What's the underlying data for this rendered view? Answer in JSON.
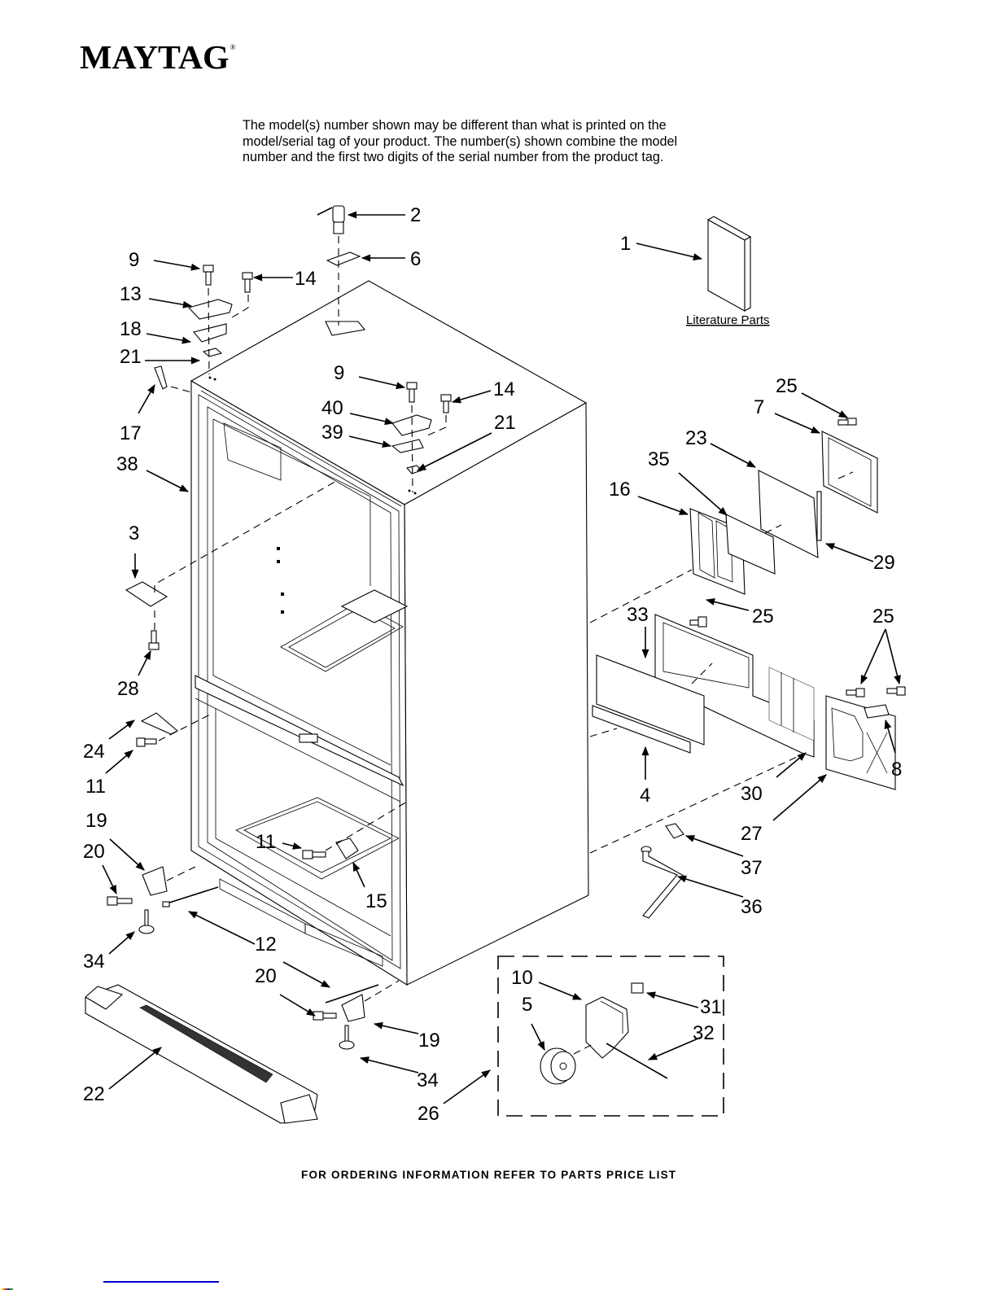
{
  "header": {
    "brand": "MAYTAG",
    "brand_mark": "®"
  },
  "disclaimer": {
    "lines": [
      "The model(s) number shown may be different than what is printed on the",
      "model/serial tag of your product. The number(s) shown combine the model",
      "number and the first two digits of the serial number from the product tag."
    ]
  },
  "diagram": {
    "subject": "Refrigerator cabinet parts exploded view",
    "literature_label": "Literature Parts",
    "callouts": {
      "c1": "1",
      "c2": "2",
      "c3": "3",
      "c4": "4",
      "c5": "5",
      "c6": "6",
      "c7": "7",
      "c8": "8",
      "c9a": "9",
      "c9b": "9",
      "c10": "10",
      "c11a": "11",
      "c11b": "11",
      "c12": "12",
      "c13": "13",
      "c14a": "14",
      "c14b": "14",
      "c15": "15",
      "c16": "16",
      "c17": "17",
      "c18": "18",
      "c19a": "19",
      "c19b": "19",
      "c20a": "20",
      "c20b": "20",
      "c21a": "21",
      "c21b": "21",
      "c22": "22",
      "c23": "23",
      "c24": "24",
      "c25a": "25",
      "c25b": "25",
      "c25c": "25",
      "c26": "26",
      "c27": "27",
      "c28": "28",
      "c29": "29",
      "c30": "30",
      "c31": "31",
      "c32": "32",
      "c33": "33",
      "c34a": "34",
      "c34b": "34",
      "c35": "35",
      "c36": "36",
      "c37": "37",
      "c38": "38",
      "c39": "39",
      "c40": "40"
    }
  },
  "footer": {
    "note": "FOR ORDERING INFORMATION REFER TO PARTS PRICE LIST"
  },
  "colors": {
    "link_underline": "#0000cc"
  }
}
